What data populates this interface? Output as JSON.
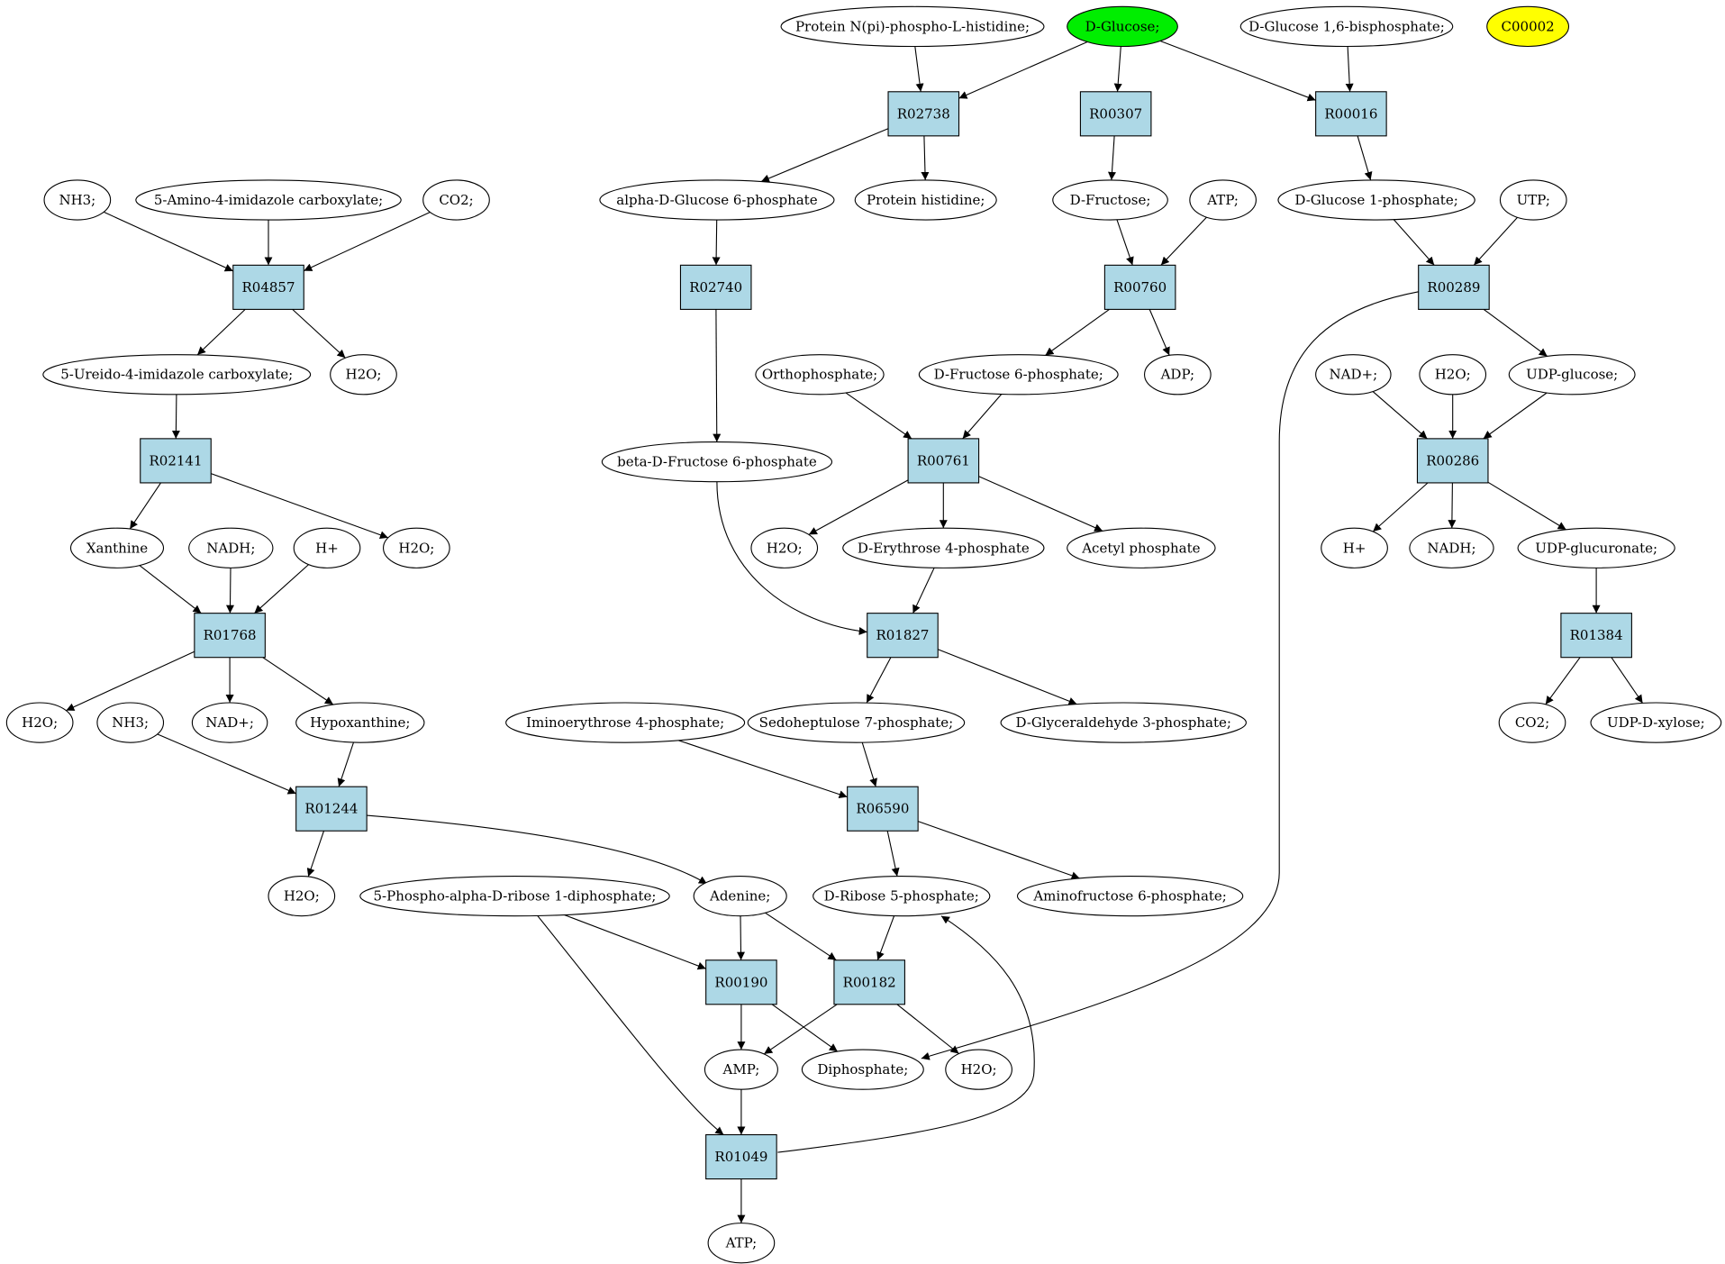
{
  "compounds": [
    {
      "id": "c_protein_phis",
      "label": "Protein N(pi)-phospho-L-histidine;"
    },
    {
      "id": "c_dglucose",
      "label": "D-Glucose;",
      "fill": "#00ee00"
    },
    {
      "id": "c_glc16bp",
      "label": "D-Glucose 1,6-bisphosphate;"
    },
    {
      "id": "c_c00002",
      "label": "C00002",
      "fill": "#ffff00"
    },
    {
      "id": "c_nh3_a",
      "label": "NH3;"
    },
    {
      "id": "c_aica",
      "label": "5-Amino-4-imidazole carboxylate;"
    },
    {
      "id": "c_co2_a",
      "label": "CO2;"
    },
    {
      "id": "c_ag6p",
      "label": "alpha-D-Glucose 6-phosphate"
    },
    {
      "id": "c_prot_his",
      "label": "Protein histidine;"
    },
    {
      "id": "c_dfructose",
      "label": "D-Fructose;"
    },
    {
      "id": "c_atp_a",
      "label": "ATP;"
    },
    {
      "id": "c_g1p",
      "label": "D-Glucose 1-phosphate;"
    },
    {
      "id": "c_utp",
      "label": "UTP;"
    },
    {
      "id": "c_uica",
      "label": "5-Ureido-4-imidazole carboxylate;"
    },
    {
      "id": "c_h2o_a",
      "label": "H2O;"
    },
    {
      "id": "c_orthophos",
      "label": "Orthophosphate;"
    },
    {
      "id": "c_f6p",
      "label": "D-Fructose 6-phosphate;"
    },
    {
      "id": "c_adp",
      "label": "ADP;"
    },
    {
      "id": "c_nadp_a",
      "label": "NAD+;"
    },
    {
      "id": "c_h2o_b",
      "label": "H2O;"
    },
    {
      "id": "c_udpglc",
      "label": "UDP-glucose;"
    },
    {
      "id": "c_bf6p",
      "label": "beta-D-Fructose 6-phosphate"
    },
    {
      "id": "c_xanthine",
      "label": "Xanthine"
    },
    {
      "id": "c_nadh_a",
      "label": "NADH;"
    },
    {
      "id": "c_hp_a",
      "label": "H+"
    },
    {
      "id": "c_h2o_c",
      "label": "H2O;"
    },
    {
      "id": "c_h2o_d",
      "label": "H2O;"
    },
    {
      "id": "c_e4p",
      "label": "D-Erythrose 4-phosphate"
    },
    {
      "id": "c_acetylp",
      "label": "Acetyl phosphate"
    },
    {
      "id": "c_hp_b",
      "label": "H+"
    },
    {
      "id": "c_nadh_b",
      "label": "NADH;"
    },
    {
      "id": "c_udpglcu",
      "label": "UDP-glucuronate;"
    },
    {
      "id": "c_h2o_e",
      "label": "H2O;"
    },
    {
      "id": "c_nh3_b",
      "label": "NH3;"
    },
    {
      "id": "c_nadp_b",
      "label": "NAD+;"
    },
    {
      "id": "c_hypox",
      "label": "Hypoxanthine;"
    },
    {
      "id": "c_iminoe4p",
      "label": "Iminoerythrose 4-phosphate;"
    },
    {
      "id": "c_s7p",
      "label": "Sedoheptulose 7-phosphate;"
    },
    {
      "id": "c_g3p",
      "label": "D-Glyceraldehyde 3-phosphate;"
    },
    {
      "id": "c_co2_b",
      "label": "CO2;"
    },
    {
      "id": "c_udpxyl",
      "label": "UDP-D-xylose;"
    },
    {
      "id": "c_h2o_f",
      "label": "H2O;"
    },
    {
      "id": "c_prpp",
      "label": "5-Phospho-alpha-D-ribose 1-diphosphate;"
    },
    {
      "id": "c_adenine",
      "label": "Adenine;"
    },
    {
      "id": "c_r5p",
      "label": "D-Ribose 5-phosphate;"
    },
    {
      "id": "c_aminof6p",
      "label": "Aminofructose 6-phosphate;"
    },
    {
      "id": "c_amp",
      "label": "AMP;"
    },
    {
      "id": "c_diphos",
      "label": "Diphosphate;"
    },
    {
      "id": "c_h2o_g",
      "label": "H2O;"
    },
    {
      "id": "c_atp_b",
      "label": "ATP;"
    }
  ],
  "reactions": [
    {
      "id": "r02738",
      "label": "R02738"
    },
    {
      "id": "r00307",
      "label": "R00307"
    },
    {
      "id": "r00016",
      "label": "R00016"
    },
    {
      "id": "r04857",
      "label": "R04857"
    },
    {
      "id": "r02740",
      "label": "R02740"
    },
    {
      "id": "r00760",
      "label": "R00760"
    },
    {
      "id": "r00289",
      "label": "R00289"
    },
    {
      "id": "r02141",
      "label": "R02141"
    },
    {
      "id": "r00761",
      "label": "R00761"
    },
    {
      "id": "r00286",
      "label": "R00286"
    },
    {
      "id": "r01768",
      "label": "R01768"
    },
    {
      "id": "r01827",
      "label": "R01827"
    },
    {
      "id": "r01384",
      "label": "R01384"
    },
    {
      "id": "r01244",
      "label": "R01244"
    },
    {
      "id": "r06590",
      "label": "R06590"
    },
    {
      "id": "r00190",
      "label": "R00190"
    },
    {
      "id": "r00182",
      "label": "R00182"
    },
    {
      "id": "r01049",
      "label": "R01049"
    }
  ],
  "edges": [
    [
      "c_protein_phis",
      "r02738"
    ],
    [
      "c_dglucose",
      "r02738"
    ],
    [
      "c_dglucose",
      "r00307"
    ],
    [
      "c_dglucose",
      "r00016"
    ],
    [
      "c_glc16bp",
      "r00016"
    ],
    [
      "r02738",
      "c_ag6p"
    ],
    [
      "r02738",
      "c_prot_his"
    ],
    [
      "r00307",
      "c_dfructose"
    ],
    [
      "r00016",
      "c_g1p"
    ],
    [
      "c_nh3_a",
      "r04857"
    ],
    [
      "c_aica",
      "r04857"
    ],
    [
      "c_co2_a",
      "r04857"
    ],
    [
      "c_ag6p",
      "r02740"
    ],
    [
      "c_dfructose",
      "r00760"
    ],
    [
      "c_atp_a",
      "r00760"
    ],
    [
      "c_g1p",
      "r00289"
    ],
    [
      "c_utp",
      "r00289"
    ],
    [
      "r04857",
      "c_uica"
    ],
    [
      "r04857",
      "c_h2o_a"
    ],
    [
      "r00760",
      "c_f6p"
    ],
    [
      "r00760",
      "c_adp"
    ],
    [
      "r00289",
      "c_udpglc"
    ],
    [
      "r00289",
      "c_diphos"
    ],
    [
      "c_uica",
      "r02141"
    ],
    [
      "r02740",
      "c_bf6p"
    ],
    [
      "c_orthophos",
      "r00761"
    ],
    [
      "c_f6p",
      "r00761"
    ],
    [
      "c_nadp_a",
      "r00286"
    ],
    [
      "c_h2o_b",
      "r00286"
    ],
    [
      "c_udpglc",
      "r00286"
    ],
    [
      "r02141",
      "c_xanthine"
    ],
    [
      "r02141",
      "c_h2o_c"
    ],
    [
      "r00761",
      "c_h2o_d"
    ],
    [
      "r00761",
      "c_e4p"
    ],
    [
      "r00761",
      "c_acetylp"
    ],
    [
      "r00286",
      "c_hp_b"
    ],
    [
      "r00286",
      "c_nadh_b"
    ],
    [
      "r00286",
      "c_udpglcu"
    ],
    [
      "c_xanthine",
      "r01768"
    ],
    [
      "c_nadh_a",
      "r01768"
    ],
    [
      "c_hp_a",
      "r01768"
    ],
    [
      "c_bf6p",
      "r01827"
    ],
    [
      "c_e4p",
      "r01827"
    ],
    [
      "c_udpglcu",
      "r01384"
    ],
    [
      "r01768",
      "c_h2o_e"
    ],
    [
      "r01768",
      "c_nadp_b"
    ],
    [
      "r01768",
      "c_hypox"
    ],
    [
      "r01827",
      "c_s7p"
    ],
    [
      "r01827",
      "c_g3p"
    ],
    [
      "r01384",
      "c_co2_b"
    ],
    [
      "r01384",
      "c_udpxyl"
    ],
    [
      "c_nh3_b",
      "r01244"
    ],
    [
      "c_hypox",
      "r01244"
    ],
    [
      "c_iminoe4p",
      "r06590"
    ],
    [
      "c_s7p",
      "r06590"
    ],
    [
      "r01244",
      "c_h2o_f"
    ],
    [
      "r01244",
      "c_adenine"
    ],
    [
      "r06590",
      "c_r5p"
    ],
    [
      "r06590",
      "c_aminof6p"
    ],
    [
      "c_prpp",
      "r00190"
    ],
    [
      "c_adenine",
      "r00190"
    ],
    [
      "c_adenine",
      "r00182"
    ],
    [
      "c_r5p",
      "r00182"
    ],
    [
      "c_prpp",
      "r01049"
    ],
    [
      "r00190",
      "c_amp"
    ],
    [
      "r00190",
      "c_diphos"
    ],
    [
      "r00182",
      "c_amp"
    ],
    [
      "r00182",
      "c_h2o_g"
    ],
    [
      "c_amp",
      "r01049"
    ],
    [
      "r01049",
      "c_atp_b"
    ],
    [
      "r01049",
      "c_r5p"
    ]
  ]
}
